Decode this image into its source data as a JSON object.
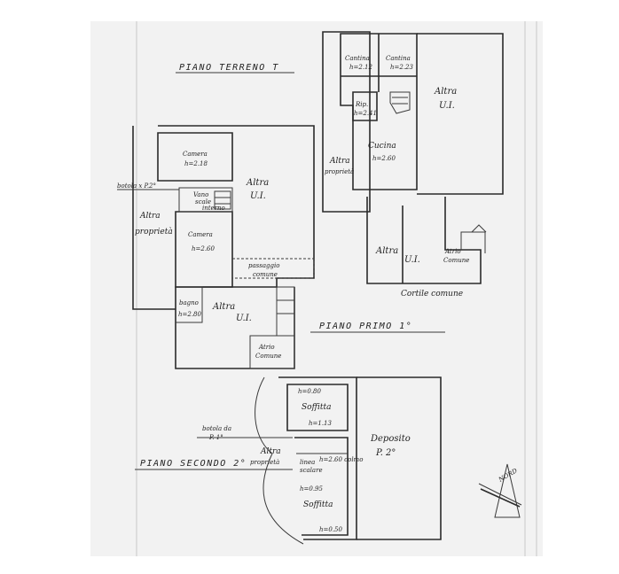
{
  "titles": {
    "ground_floor": "PIANO TERRENO T",
    "first_floor": "PIANO PRIMO 1°",
    "second_floor": "PIANO SECONDO 2°"
  },
  "ground_floor_rooms": {
    "cantina_1": "Cantina",
    "cantina_1_h": "h=2.12",
    "cantina_2": "Cantina",
    "cantina_2_h": "h=2.23",
    "rip": "Rip.",
    "rip_h": "h=2.41",
    "cucina": "Cucina",
    "cucina_h": "h=2.60",
    "altra_ui_top": "Altra",
    "altra_ui_top_2": "U.I.",
    "altra_proprieta": "Altra",
    "altra_proprieta_2": "proprietà",
    "altra_ui_bottom": "Altra",
    "altra_ui_bottom_2": "U.I.",
    "atrio": "Atrio",
    "atrio_2": "Comune",
    "cortile": "Cortile comune"
  },
  "first_floor_rooms": {
    "camera_1": "Camera",
    "camera_1_h": "h=2.18",
    "botola": "botola x P.2°",
    "vano_scale": "Vano",
    "vano_scale_2": "scale",
    "vano_scale_3": "interno",
    "altra_ui": "Altra",
    "altra_ui_2": "U.I.",
    "altra_proprieta": "Altra",
    "altra_proprieta_2": "proprietà",
    "camera_2": "Camera",
    "camera_2_h": "h=2.60",
    "passaggio": "passaggio",
    "passaggio_2": "comune",
    "bagno": "bagno",
    "bagno_h": "h=2.80",
    "altra_ui_low": "Altra",
    "altra_ui_low_2": "U.I.",
    "atrio": "Atrio",
    "atrio_2": "Comune"
  },
  "second_floor_rooms": {
    "soffitta_1": "Soffitta",
    "h_top": "h=0.80",
    "h_bottom_1": "h=1.13",
    "botola": "botola da",
    "botola_2": "P. 1°",
    "altra_proprieta": "Altra",
    "altra_proprieta_2": "proprietà",
    "deposito": "Deposito",
    "deposito_2": "P. 2°",
    "linea_scalare": "linea",
    "linea_scalare_2": "scalare",
    "colmo": "h=2.60 colmo",
    "soffitta_2": "Soffitta",
    "h_left": "h=0.95",
    "h_bottom_2": "h=0.50"
  },
  "compass": {
    "label": "NORD"
  }
}
